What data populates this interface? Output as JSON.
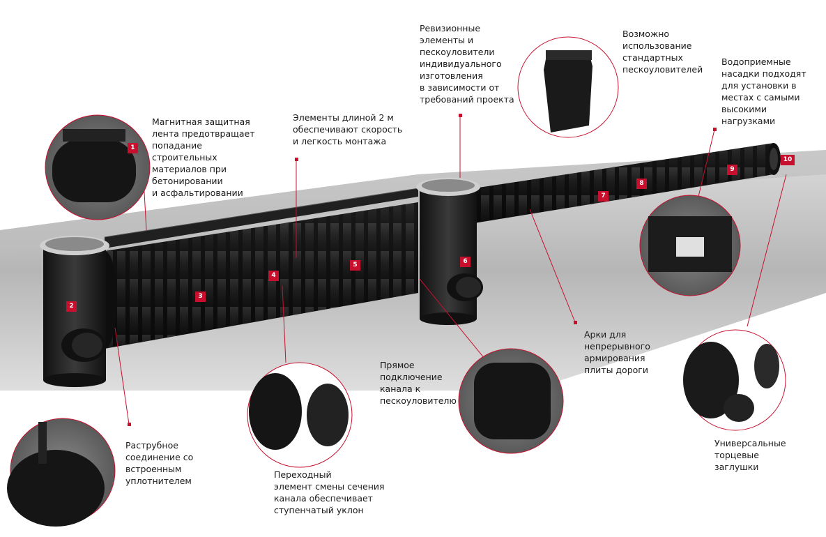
{
  "colors": {
    "accent": "#c8102e",
    "pipe": "#1c1c1c",
    "ground": "#9e9e9e",
    "text": "#1a1a1a"
  },
  "callouts": {
    "magnetic_tape": "Магнитная защитная\nлента предотвращает\nпопадание\nстроительных\nматериалов при\nбетонировании\nи асфальтировании",
    "elements_2m": "Элементы длиной 2 м\nобеспечивают скорость\nи легкость монтажа",
    "revision_elements": "Ревизионные\nэлементы и\nпескоуловители\nиндивидуального\nизготовления\nв зависимости от\nтребований проекта",
    "standard_sand_traps": "Возможно\nиспользование\nстандартных\nпескоуловителей",
    "water_inlets": "Водоприемные\nнасадки подходят\nдля установки в\nместах с самыми\nвысокими\nнагрузками",
    "arches": "Арки для\nнепрерывного\nармирования\nплиты дороги",
    "end_caps": "Универсальные\nторцевые\nзаглушки",
    "direct_connection": "Прямое\nподключение\nканала к\nпескоуловителю",
    "transition_element": "Переходный\nэлемент смены сечения\nканала обеспечивает\nступенчатый уклон",
    "socket_joint": "Раструбное\nсоединение со\nвстроенным\nуплотнителем"
  },
  "badges": [
    "1",
    "2",
    "3",
    "4",
    "5",
    "6",
    "7",
    "8",
    "9",
    "10"
  ]
}
